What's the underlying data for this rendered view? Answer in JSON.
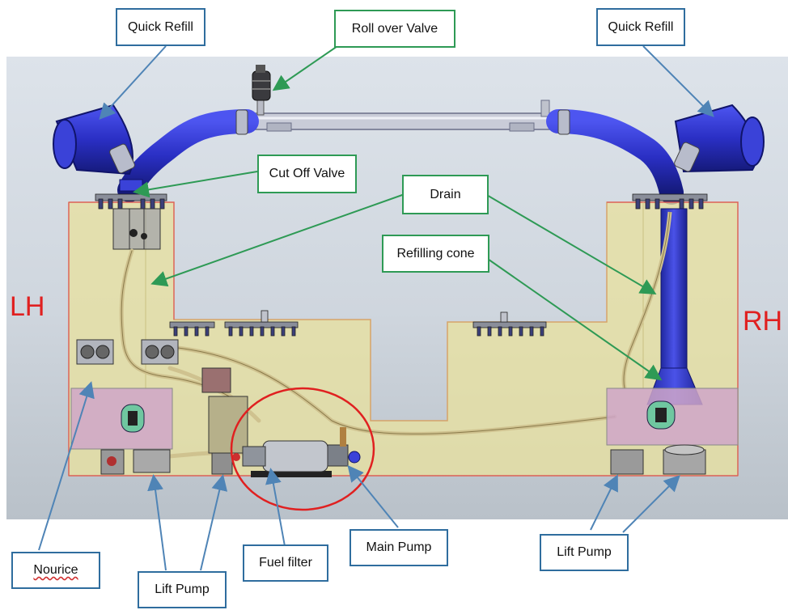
{
  "labels": {
    "quick_refill_left": "Quick Refill",
    "roll_over_valve": "Roll over Valve",
    "quick_refill_right": "Quick Refill",
    "cut_off_valve": "Cut Off Valve",
    "drain": "Drain",
    "refilling_cone": "Refilling cone",
    "lh": "LH",
    "rh": "RH",
    "nourice": "Nourice",
    "lift_pump_left": "Lift Pump",
    "fuel_filter": "Fuel filter",
    "main_pump": "Main Pump",
    "lift_pump_right": "Lift Pump"
  },
  "colors": {
    "blue_callout_border": "#2f6d9e",
    "green_callout_border": "#2e9a55",
    "side_label": "#e02020",
    "highlight_circle": "#e02020",
    "tank": "#e8e0a0",
    "pipe": "#2a2fc4",
    "sump": "#cfa6c8"
  }
}
